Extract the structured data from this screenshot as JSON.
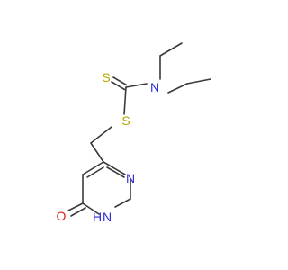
{
  "molecule": {
    "atoms": {
      "sulfur_thione": {
        "label": "S",
        "color": "#b8a400"
      },
      "sulfur_thioester": {
        "label": "S",
        "color": "#b8a400"
      },
      "nitrogen_amine": {
        "label": "N",
        "color": "#2c2cd6"
      },
      "nitrogen_ring_upper": {
        "label": "N",
        "color": "#2c2cd6"
      },
      "nitrogen_ring_lower": {
        "label": "N",
        "color": "#2c2cd6"
      },
      "hydrogen_on_ring_nitrogen": {
        "label": "H",
        "color": "#2c2cd6"
      },
      "oxygen_carbonyl": {
        "label": "O",
        "color": "#e02020"
      }
    },
    "bond_color": "#3a3a3a"
  }
}
